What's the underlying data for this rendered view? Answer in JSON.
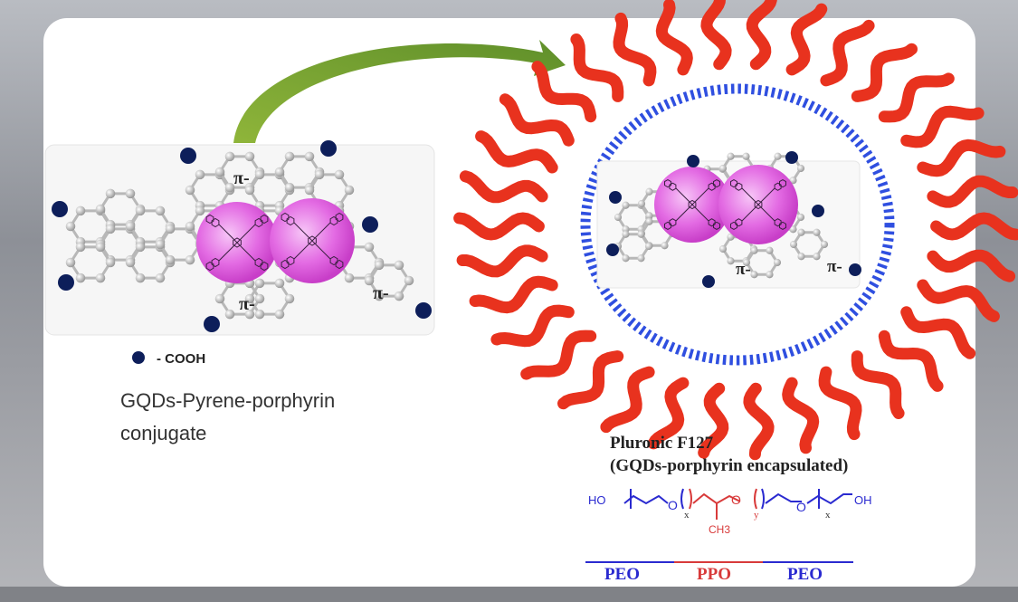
{
  "left": {
    "pi_labels": [
      "π-",
      "π-",
      "π-"
    ],
    "legend": "- COOH",
    "caption_line1": "GQDs-Pyrene-porphyrin",
    "caption_line2": "conjugate"
  },
  "right": {
    "pi_labels": [
      "π-",
      "π-"
    ],
    "title_line1": "Pluronic F127",
    "title_line2": "(GQDs-porphyrin encapsulated)",
    "formula": {
      "ho": "HO",
      "o1": "O",
      "x1": "x",
      "o2": "O",
      "ch3": "CH3",
      "y": "y",
      "o3": "O",
      "x2": "x",
      "oh": "OH"
    },
    "blocks": [
      "PEO",
      "PPO",
      "PEO"
    ]
  },
  "colors": {
    "peo": "#2a2ad0",
    "ppo": "#d83a3a",
    "shell": "#e8321e",
    "ring": "#2f4fe0",
    "arrow": "#7ea832",
    "cooh": "#0d1e5a",
    "porphyrin": "#e060e0"
  }
}
